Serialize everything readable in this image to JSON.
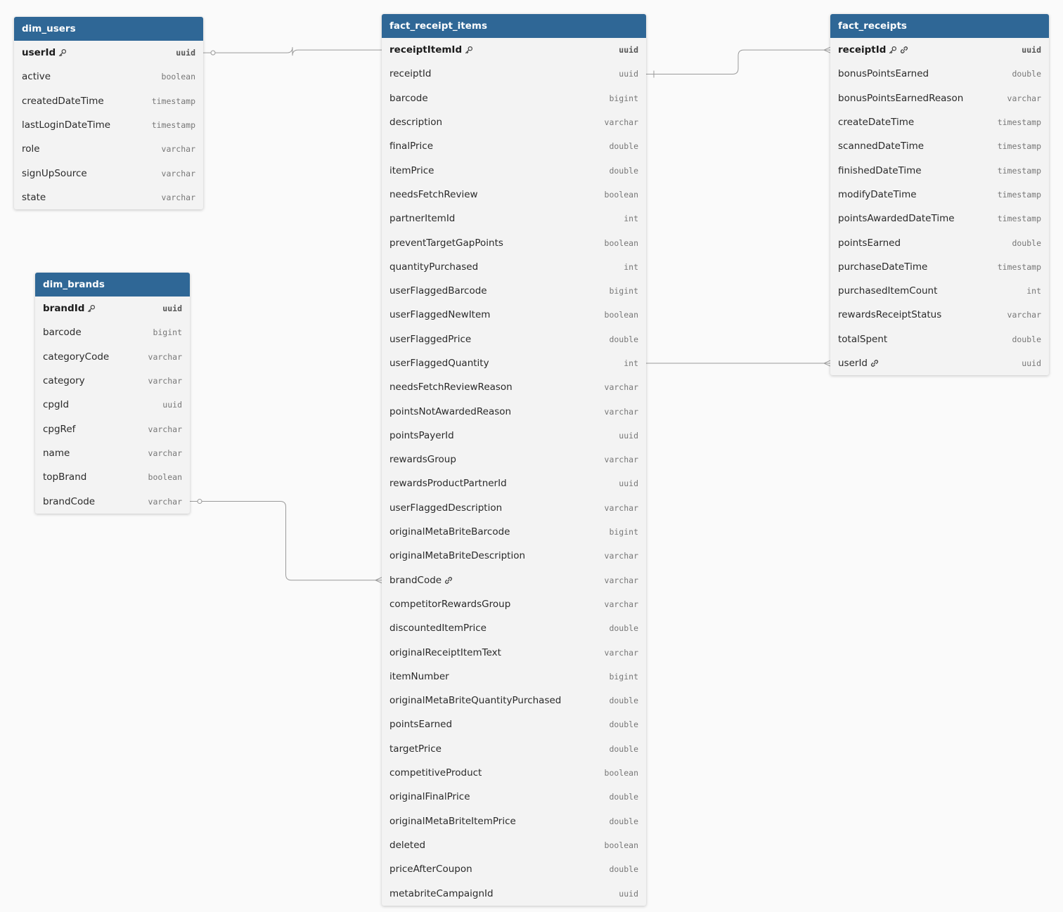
{
  "tables": [
    {
      "id": "dim_users",
      "name": "dim_users",
      "columns": [
        {
          "name": "userId",
          "type": "uuid",
          "pk": true,
          "icons": [
            "key-icon"
          ]
        },
        {
          "name": "active",
          "type": "boolean"
        },
        {
          "name": "createdDateTime",
          "type": "timestamp"
        },
        {
          "name": "lastLoginDateTime",
          "type": "timestamp"
        },
        {
          "name": "role",
          "type": "varchar"
        },
        {
          "name": "signUpSource",
          "type": "varchar"
        },
        {
          "name": "state",
          "type": "varchar"
        }
      ]
    },
    {
      "id": "dim_brands",
      "name": "dim_brands",
      "columns": [
        {
          "name": "brandId",
          "type": "uuid",
          "pk": true,
          "icons": [
            "key-icon"
          ]
        },
        {
          "name": "barcode",
          "type": "bigint"
        },
        {
          "name": "categoryCode",
          "type": "varchar"
        },
        {
          "name": "category",
          "type": "varchar"
        },
        {
          "name": "cpgId",
          "type": "uuid"
        },
        {
          "name": "cpgRef",
          "type": "varchar"
        },
        {
          "name": "name",
          "type": "varchar"
        },
        {
          "name": "topBrand",
          "type": "boolean"
        },
        {
          "name": "brandCode",
          "type": "varchar"
        }
      ]
    },
    {
      "id": "fact_receipt_items",
      "name": "fact_receipt_items",
      "columns": [
        {
          "name": "receiptItemId",
          "type": "uuid",
          "pk": true,
          "icons": [
            "key-icon"
          ]
        },
        {
          "name": "receiptId",
          "type": "uuid"
        },
        {
          "name": "barcode",
          "type": "bigint"
        },
        {
          "name": "description",
          "type": "varchar"
        },
        {
          "name": "finalPrice",
          "type": "double"
        },
        {
          "name": "itemPrice",
          "type": "double"
        },
        {
          "name": "needsFetchReview",
          "type": "boolean"
        },
        {
          "name": "partnerItemId",
          "type": "int"
        },
        {
          "name": "preventTargetGapPoints",
          "type": "boolean"
        },
        {
          "name": "quantityPurchased",
          "type": "int"
        },
        {
          "name": "userFlaggedBarcode",
          "type": "bigint"
        },
        {
          "name": "userFlaggedNewItem",
          "type": "boolean"
        },
        {
          "name": "userFlaggedPrice",
          "type": "double"
        },
        {
          "name": "userFlaggedQuantity",
          "type": "int"
        },
        {
          "name": "needsFetchReviewReason",
          "type": "varchar"
        },
        {
          "name": "pointsNotAwardedReason",
          "type": "varchar"
        },
        {
          "name": "pointsPayerId",
          "type": "uuid"
        },
        {
          "name": "rewardsGroup",
          "type": "varchar"
        },
        {
          "name": "rewardsProductPartnerId",
          "type": "uuid"
        },
        {
          "name": "userFlaggedDescription",
          "type": "varchar"
        },
        {
          "name": "originalMetaBriteBarcode",
          "type": "bigint"
        },
        {
          "name": "originalMetaBriteDescription",
          "type": "varchar"
        },
        {
          "name": "brandCode",
          "type": "varchar",
          "icons": [
            "link-icon"
          ]
        },
        {
          "name": "competitorRewardsGroup",
          "type": "varchar"
        },
        {
          "name": "discountedItemPrice",
          "type": "double"
        },
        {
          "name": "originalReceiptItemText",
          "type": "varchar"
        },
        {
          "name": "itemNumber",
          "type": "bigint"
        },
        {
          "name": "originalMetaBriteQuantityPurchased",
          "type": "double"
        },
        {
          "name": "pointsEarned",
          "type": "double"
        },
        {
          "name": "targetPrice",
          "type": "double"
        },
        {
          "name": "competitiveProduct",
          "type": "boolean"
        },
        {
          "name": "originalFinalPrice",
          "type": "double"
        },
        {
          "name": "originalMetaBriteItemPrice",
          "type": "double"
        },
        {
          "name": "deleted",
          "type": "boolean"
        },
        {
          "name": "priceAfterCoupon",
          "type": "double"
        },
        {
          "name": "metabriteCampaignId",
          "type": "uuid"
        }
      ]
    },
    {
      "id": "fact_receipts",
      "name": "fact_receipts",
      "columns": [
        {
          "name": "receiptId",
          "type": "uuid",
          "pk": true,
          "icons": [
            "key-icon",
            "link-icon"
          ]
        },
        {
          "name": "bonusPointsEarned",
          "type": "double"
        },
        {
          "name": "bonusPointsEarnedReason",
          "type": "varchar"
        },
        {
          "name": "createDateTime",
          "type": "timestamp"
        },
        {
          "name": "scannedDateTime",
          "type": "timestamp"
        },
        {
          "name": "finishedDateTime",
          "type": "timestamp"
        },
        {
          "name": "modifyDateTime",
          "type": "timestamp"
        },
        {
          "name": "pointsAwardedDateTime",
          "type": "timestamp"
        },
        {
          "name": "pointsEarned",
          "type": "double"
        },
        {
          "name": "purchaseDateTime",
          "type": "timestamp"
        },
        {
          "name": "purchasedItemCount",
          "type": "int"
        },
        {
          "name": "rewardsReceiptStatus",
          "type": "varchar"
        },
        {
          "name": "totalSpent",
          "type": "double"
        },
        {
          "name": "userId",
          "type": "uuid",
          "icons": [
            "link-icon"
          ]
        }
      ]
    }
  ],
  "relationships": [
    {
      "from_table": "dim_users",
      "from_column": "userId",
      "from_end": "one-or-zero",
      "to_table": "fact_receipt_items",
      "to_column": "receiptItemId",
      "to_end": "plain"
    },
    {
      "from_table": "fact_receipt_items",
      "from_column": "receiptId",
      "from_end": "one",
      "to_table": "fact_receipts",
      "to_column": "receiptId",
      "to_end": "many"
    },
    {
      "from_table": "fact_receipt_items",
      "from_column": "userFlaggedQuantity",
      "from_end": "plain",
      "to_table": "fact_receipts",
      "to_column": "userId",
      "to_end": "many"
    },
    {
      "from_table": "dim_brands",
      "from_column": "brandCode",
      "from_end": "one-or-zero",
      "to_table": "fact_receipt_items",
      "to_column": "brandCode",
      "to_end": "many"
    }
  ],
  "colors": {
    "header": "#2f6796",
    "table_bg": "#f3f3f3",
    "canvas_bg": "#fafafa",
    "edge": "#9a9a9a"
  }
}
